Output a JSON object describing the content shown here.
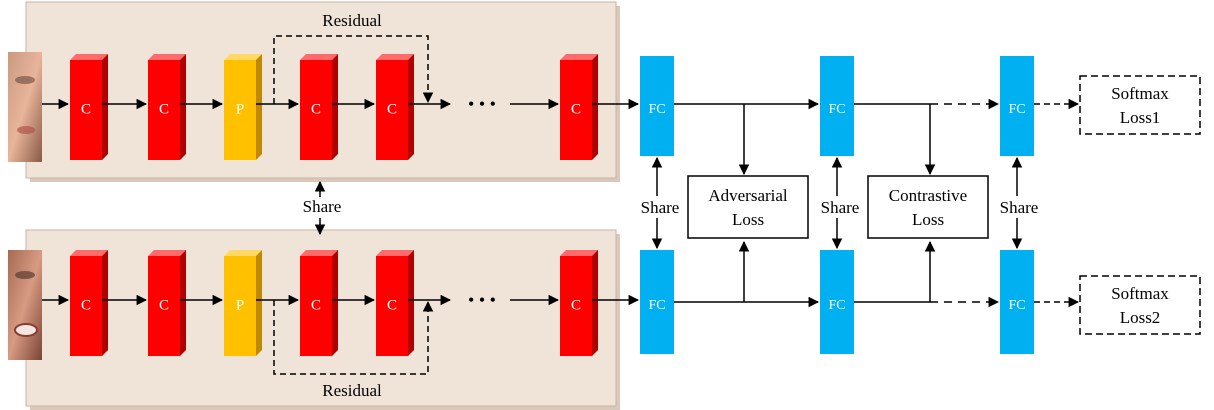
{
  "top_branch": {
    "blocks": [
      "C",
      "C",
      "P",
      "C",
      "C",
      "C"
    ],
    "ellipsis": "• • •",
    "residual_label": "Residual",
    "fc_label": "FC"
  },
  "bottom_branch": {
    "blocks": [
      "C",
      "C",
      "P",
      "C",
      "C",
      "C"
    ],
    "ellipsis": "• • •",
    "residual_label": "Residual",
    "fc_label": "FC"
  },
  "share_label": "Share",
  "adversarial_loss": {
    "line1": "Adversarial",
    "line2": "Loss"
  },
  "contrastive_loss": {
    "line1": "Contrastive",
    "line2": "Loss"
  },
  "softmax_top": {
    "line1": "Softmax",
    "line2": "Loss1"
  },
  "softmax_bottom": {
    "line1": "Softmax",
    "line2": "Loss2"
  },
  "colors": {
    "conv": "#ff0000",
    "pool": "#ffc000",
    "fc": "#00b0f0",
    "panel": "#f0e3d8",
    "line": "#000000"
  }
}
